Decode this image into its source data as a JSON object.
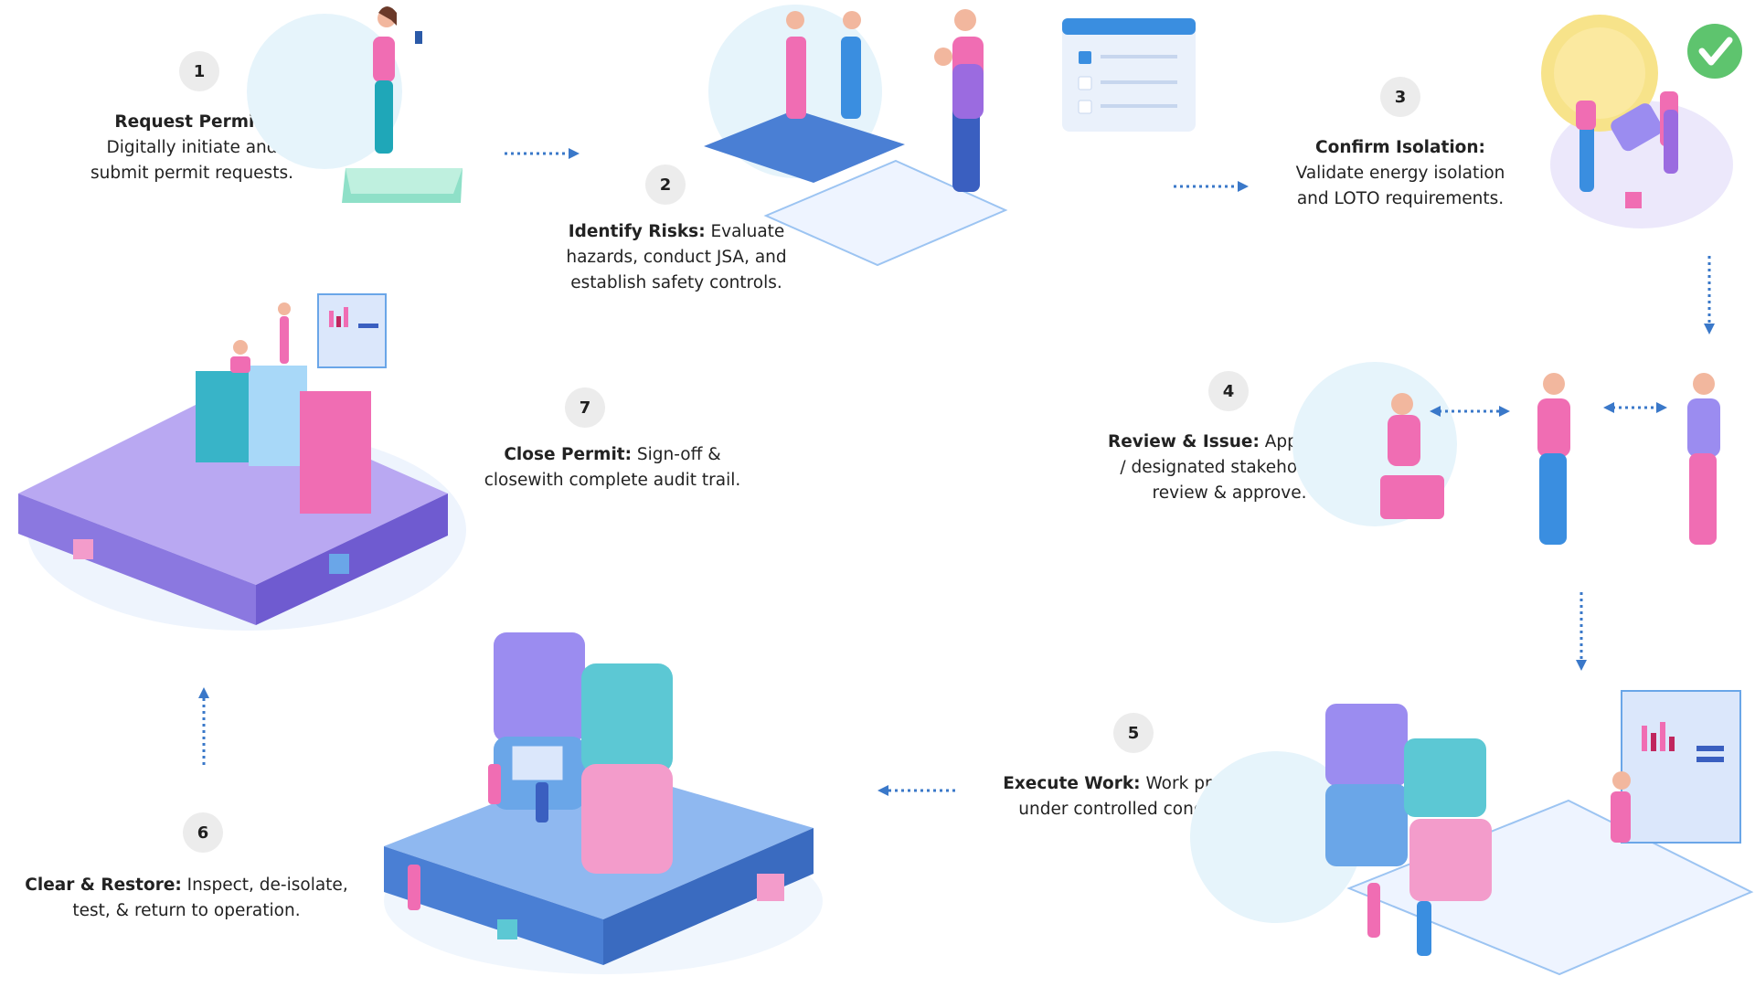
{
  "steps": [
    {
      "num": "1",
      "title": "Request Permit:",
      "line1": "Digitally initiate and",
      "line2": "submit permit requests.",
      "rest": ""
    },
    {
      "num": "2",
      "title": "Identify Risks:",
      "first": " Evaluate",
      "line2": "hazards, conduct JSA, and",
      "line3": "establish safety controls."
    },
    {
      "num": "3",
      "title": "Confirm Isolation:",
      "line1": "Validate energy isolation",
      "line2": "and LOTO requirements."
    },
    {
      "num": "4",
      "title": "Review & Issue:",
      "first": " Approvers",
      "line2": "/ designated stakeholders",
      "line3": "review & approve."
    },
    {
      "num": "5",
      "title": "Execute Work:",
      "first": " Work proceeds",
      "line2": "under controlled conditions."
    },
    {
      "num": "6",
      "title": "Clear & Restore:",
      "first": " Inspect, de-isolate,",
      "line2": "test, & return to operation."
    },
    {
      "num": "7",
      "title": "Close Permit:",
      "first": " Sign-off &",
      "line2": "closewith complete audit trail."
    }
  ],
  "colors": {
    "arrow": "#3a78c9",
    "purple": "#9b8cf0",
    "pink": "#f06db3",
    "teal": "#5cc8d4",
    "blue": "#6aa6e8",
    "check": "#5ec46e"
  }
}
